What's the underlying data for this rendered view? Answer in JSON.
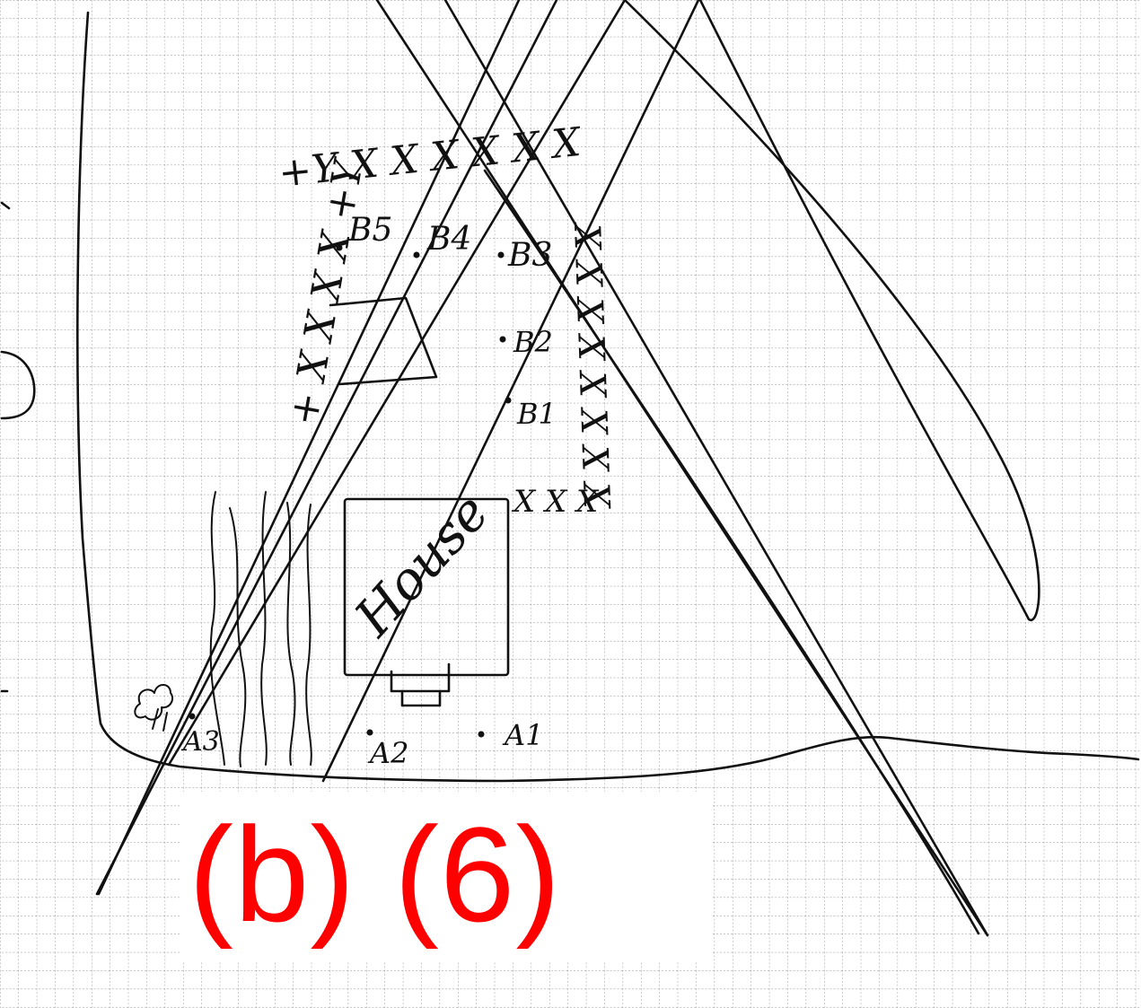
{
  "caption": "(b) (6)",
  "colors": {
    "ink": "#111111",
    "grid": "#8a8a8a",
    "caption": "#ff0000",
    "paper": "#ffffff"
  },
  "sketch_labels": {
    "house": "House",
    "points": [
      {
        "id": "a1",
        "text": "A1"
      },
      {
        "id": "a2",
        "text": "A2"
      },
      {
        "id": "a3",
        "text": "A3"
      },
      {
        "id": "b1",
        "text": "B1"
      },
      {
        "id": "b2",
        "text": "B2"
      },
      {
        "id": "b3",
        "text": "B3"
      },
      {
        "id": "b4",
        "text": "B4"
      },
      {
        "id": "b5",
        "text": "B5"
      }
    ]
  }
}
